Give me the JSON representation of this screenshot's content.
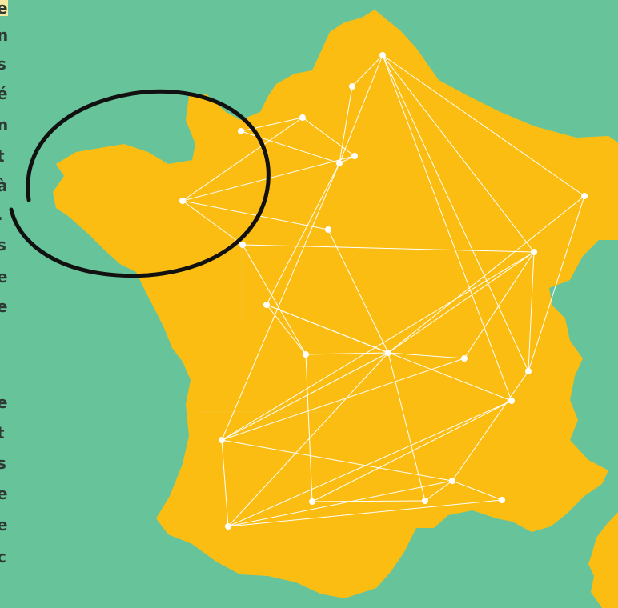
{
  "colors": {
    "sea": "#67c49a",
    "land": "#fbbd12",
    "network": "#ffffff",
    "circle": "#111111",
    "text": "#2f3a36",
    "highlight": "#f8e9a2"
  },
  "side_text": {
    "glyphs": [
      "e",
      "n",
      "s",
      "é",
      "n",
      "t",
      "à",
      ".",
      "s",
      "e",
      "e",
      "e",
      "t",
      "s",
      "e",
      "e",
      "c"
    ]
  },
  "map": {
    "nodes": [
      {
        "id": "n1"
      },
      {
        "id": "n2"
      },
      {
        "id": "n3"
      },
      {
        "id": "n4"
      },
      {
        "id": "n5"
      },
      {
        "id": "n6"
      },
      {
        "id": "n7"
      },
      {
        "id": "n8"
      },
      {
        "id": "n9"
      },
      {
        "id": "n10"
      },
      {
        "id": "n11"
      },
      {
        "id": "n12"
      },
      {
        "id": "n13"
      },
      {
        "id": "n14"
      },
      {
        "id": "n15"
      },
      {
        "id": "n16"
      },
      {
        "id": "n17"
      },
      {
        "id": "n18"
      },
      {
        "id": "n19"
      },
      {
        "id": "n20"
      },
      {
        "id": "n21"
      },
      {
        "id": "n22"
      },
      {
        "id": "n23"
      }
    ],
    "edges": [
      [
        "n1",
        "n2"
      ],
      [
        "n1",
        "n6"
      ],
      [
        "n1",
        "n10"
      ],
      [
        "n1",
        "n14"
      ],
      [
        "n1",
        "n17"
      ],
      [
        "n1",
        "n18"
      ],
      [
        "n2",
        "n6"
      ],
      [
        "n3",
        "n4"
      ],
      [
        "n3",
        "n6"
      ],
      [
        "n4",
        "n5"
      ],
      [
        "n4",
        "n7"
      ],
      [
        "n5",
        "n6"
      ],
      [
        "n5",
        "n7"
      ],
      [
        "n7",
        "n8"
      ],
      [
        "n7",
        "n9"
      ],
      [
        "n8",
        "n14"
      ],
      [
        "n8",
        "n12"
      ],
      [
        "n6",
        "n16"
      ],
      [
        "n6",
        "n11"
      ],
      [
        "n10",
        "n17"
      ],
      [
        "n10",
        "n13"
      ],
      [
        "n11",
        "n13"
      ],
      [
        "n11",
        "n18"
      ],
      [
        "n13",
        "n14"
      ],
      [
        "n11",
        "n12"
      ],
      [
        "n12",
        "n19"
      ],
      [
        "n9",
        "n13"
      ],
      [
        "n12",
        "n13"
      ],
      [
        "n13",
        "n15"
      ],
      [
        "n13",
        "n16"
      ],
      [
        "n13",
        "n22"
      ],
      [
        "n13",
        "n20"
      ],
      [
        "n14",
        "n17"
      ],
      [
        "n14",
        "n15"
      ],
      [
        "n14",
        "n16"
      ],
      [
        "n15",
        "n16"
      ],
      [
        "n16",
        "n21"
      ],
      [
        "n16",
        "n22"
      ],
      [
        "n17",
        "n21"
      ],
      [
        "n18",
        "n19"
      ],
      [
        "n18",
        "n22"
      ],
      [
        "n19",
        "n20"
      ],
      [
        "n20",
        "n21"
      ],
      [
        "n21",
        "n22"
      ],
      [
        "n22",
        "n23"
      ],
      [
        "n23",
        "n21"
      ],
      [
        "n8",
        "n12"
      ]
    ]
  }
}
